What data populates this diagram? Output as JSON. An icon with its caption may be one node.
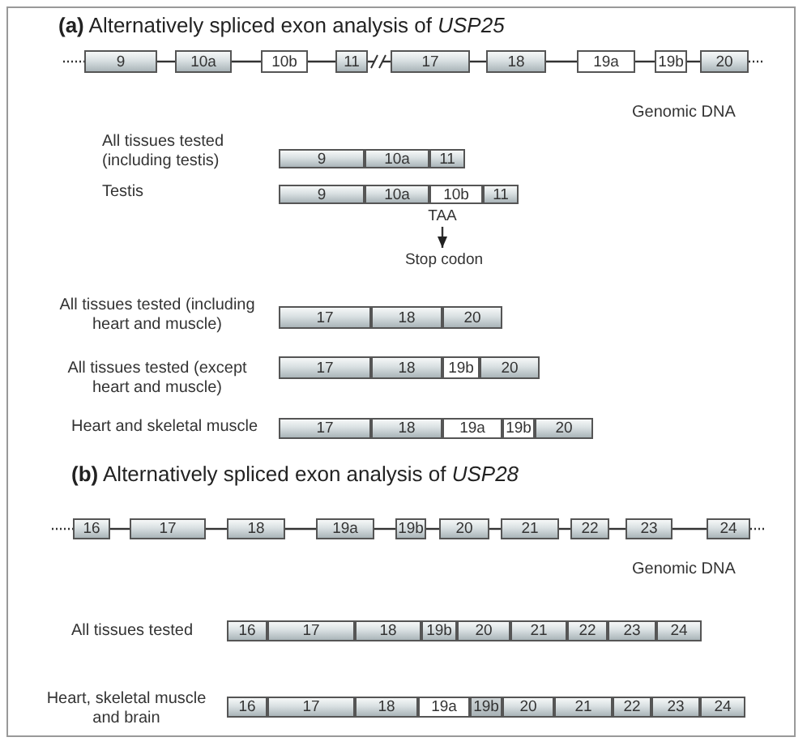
{
  "diagram": {
    "nodes": [
      {
        "text": [
          "9"
        ]
      },
      {
        "text": [
          "10a"
        ]
      },
      {
        "text": [
          "10b"
        ]
      },
      {
        "text": [
          "11"
        ]
      },
      {
        "text": [
          "17"
        ]
      },
      {
        "text": [
          "18"
        ]
      },
      {
        "text": [
          "19a"
        ]
      },
      {
        "text": [
          "19b"
        ]
      },
      {
        "text": [
          "20"
        ]
      },
      {
        "text": [
          "9"
        ]
      },
      {
        "text": [
          "10a"
        ]
      },
      {
        "text": [
          "11"
        ]
      },
      {
        "text": [
          "9"
        ]
      },
      {
        "text": [
          "10a"
        ]
      },
      {
        "text": [
          "10b"
        ]
      },
      {
        "text": [
          "11"
        ]
      },
      {
        "text": [
          "TAA"
        ]
      },
      {
        "text": [
          "Stop codon"
        ]
      },
      {
        "text": [
          "17"
        ]
      },
      {
        "text": [
          "18"
        ]
      },
      {
        "text": [
          "20"
        ]
      },
      {
        "text": [
          "17"
        ]
      },
      {
        "text": [
          "18"
        ]
      },
      {
        "text": [
          "19b"
        ]
      },
      {
        "text": [
          "20"
        ]
      },
      {
        "text": [
          "17"
        ]
      },
      {
        "text": [
          "18"
        ]
      },
      {
        "text": [
          "19a"
        ]
      },
      {
        "text": [
          "19b"
        ]
      },
      {
        "text": [
          "20"
        ]
      },
      {
        "text": [
          "16"
        ]
      },
      {
        "text": [
          "17"
        ]
      },
      {
        "text": [
          "18"
        ]
      },
      {
        "text": [
          "19a"
        ]
      },
      {
        "text": [
          "19b"
        ]
      },
      {
        "text": [
          "20"
        ]
      },
      {
        "text": [
          "21"
        ]
      },
      {
        "text": [
          "22"
        ]
      },
      {
        "text": [
          "23"
        ]
      },
      {
        "text": [
          "24"
        ]
      },
      {
        "text": [
          "16"
        ]
      },
      {
        "text": [
          "17"
        ]
      },
      {
        "text": [
          "18"
        ]
      },
      {
        "text": [
          "19b"
        ]
      },
      {
        "text": [
          "20"
        ]
      },
      {
        "text": [
          "21"
        ]
      },
      {
        "text": [
          "22"
        ]
      },
      {
        "text": [
          "23"
        ]
      },
      {
        "text": [
          "24"
        ]
      },
      {
        "text": [
          "16"
        ]
      },
      {
        "text": [
          "17"
        ]
      },
      {
        "text": [
          "18"
        ]
      },
      {
        "text": [
          "19a"
        ]
      },
      {
        "text": [
          "19b"
        ]
      },
      {
        "text": [
          "20"
        ]
      },
      {
        "text": [
          "21"
        ]
      },
      {
        "text": [
          "22"
        ]
      },
      {
        "text": [
          "23"
        ]
      },
      {
        "text": [
          "24"
        ]
      }
    ],
    "edges": [
      {
        "from": null,
        "to": 0,
        "arrow": "none",
        "style": "dashed"
      },
      {
        "from": 0,
        "to": 1,
        "arrow": "none"
      },
      {
        "from": 1,
        "to": 2,
        "arrow": "none"
      },
      {
        "from": 2,
        "to": 3,
        "arrow": "none"
      },
      {
        "from": 3,
        "to": 4,
        "arrow": "none"
      },
      {
        "from": 4,
        "to": 5,
        "arrow": "none"
      },
      {
        "from": 5,
        "to": 6,
        "arrow": "none"
      },
      {
        "from": 6,
        "to": 7,
        "arrow": "none"
      },
      {
        "from": 7,
        "to": 8,
        "arrow": "none"
      },
      {
        "from": 8,
        "to": null,
        "arrow": "none",
        "style": "dashed"
      },
      {
        "from": 16,
        "to": 17,
        "arrow": "to"
      },
      {
        "from": null,
        "to": 30,
        "arrow": "none",
        "style": "dashed"
      },
      {
        "from": 30,
        "to": 31,
        "arrow": "none"
      },
      {
        "from": 31,
        "to": 32,
        "arrow": "none"
      },
      {
        "from": 32,
        "to": 33,
        "arrow": "none"
      },
      {
        "from": 33,
        "to": 34,
        "arrow": "none"
      },
      {
        "from": 34,
        "to": 35,
        "arrow": "none"
      },
      {
        "from": 35,
        "to": 36,
        "arrow": "none"
      },
      {
        "from": 36,
        "to": 37,
        "arrow": "none"
      },
      {
        "from": 37,
        "to": 38,
        "arrow": "none"
      },
      {
        "from": 38,
        "to": 39,
        "arrow": "none"
      },
      {
        "from": 39,
        "to": null,
        "arrow": "none",
        "style": "dashed"
      }
    ],
    "labels": [
      "**(a)** Alternatively spliced exon analysis of *USP25*",
      "Genomic DNA",
      "All tissues tested (including testis)",
      "Testis",
      "All tissues tested (including heart and muscle)",
      "All tissues tested (except heart and muscle)",
      "Heart and skeletal muscle",
      "**(b)** Alternatively spliced exon analysis of *USP28*",
      "Genomic DNA",
      "All tissues tested",
      "Heart, skeletal muscle and brain"
    ]
  }
}
